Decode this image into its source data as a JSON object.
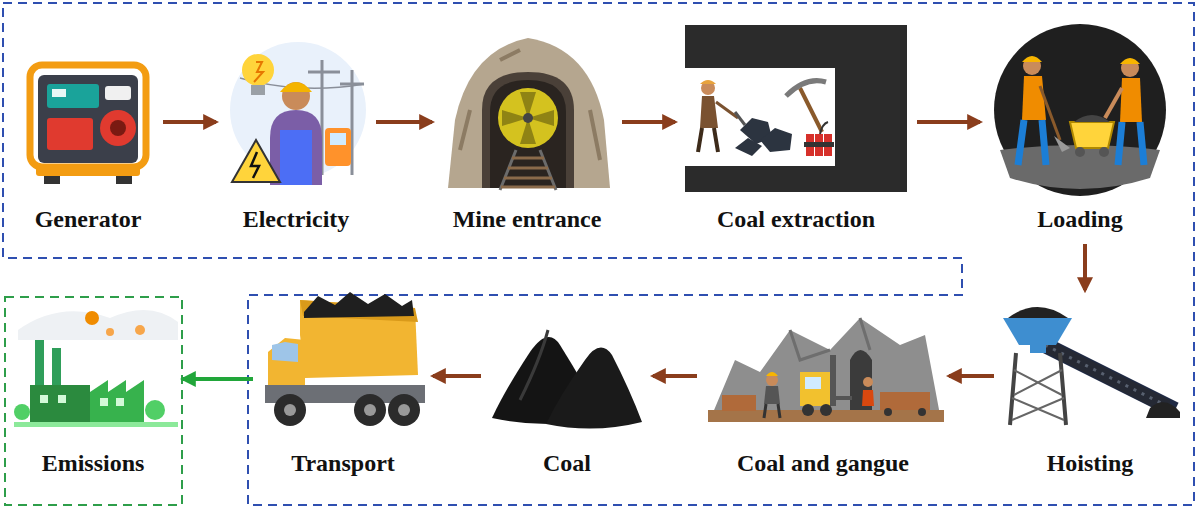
{
  "diagram": {
    "nodes": [
      {
        "text": [
          "Generator"
        ]
      },
      {
        "text": [
          "Electricity"
        ]
      },
      {
        "text": [
          "Mine entrance"
        ]
      },
      {
        "text": [
          "Coal extraction"
        ]
      },
      {
        "text": [
          "Loading"
        ]
      },
      {
        "text": [
          "Hoisting"
        ]
      },
      {
        "text": [
          "Coal and gangue"
        ]
      },
      {
        "text": [
          "Coal"
        ]
      },
      {
        "text": [
          "Transport"
        ]
      },
      {
        "text": [
          "Emissions"
        ]
      }
    ],
    "edges": [
      {
        "from": 0,
        "to": 1,
        "arrow": "to"
      },
      {
        "from": 1,
        "to": 2,
        "arrow": "to"
      },
      {
        "from": 2,
        "to": 3,
        "arrow": "to"
      },
      {
        "from": 3,
        "to": 4,
        "arrow": "to"
      },
      {
        "from": 4,
        "to": 5,
        "arrow": "to"
      },
      {
        "from": 5,
        "to": 6,
        "arrow": "to"
      },
      {
        "from": 6,
        "to": 7,
        "arrow": "to"
      },
      {
        "from": 7,
        "to": 8,
        "arrow": "to"
      },
      {
        "from": 8,
        "to": 9,
        "arrow": "to"
      }
    ]
  }
}
